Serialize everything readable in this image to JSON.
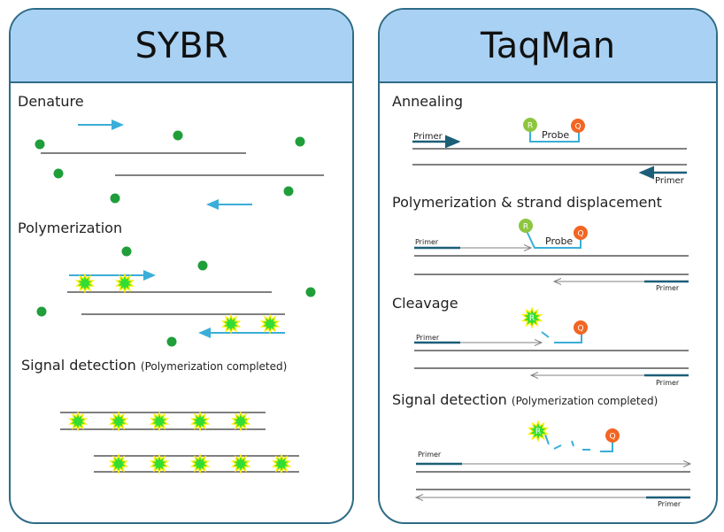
{
  "colors": {
    "header_bg": "#a9d1f3",
    "border": "#2e6b86",
    "strand": "#808080",
    "primer_cyan": "#3aaed8",
    "primer_dark": "#1c5e78",
    "dye": "#1f9e3a",
    "signal_green": "#33dd33",
    "signal_yellow": "#ffee00",
    "reporter": "#8cc63f",
    "quencher": "#f26522"
  },
  "sybr": {
    "title": "SYBR",
    "steps": {
      "denature": "Denature",
      "polymerization": "Polymerization",
      "signal_main": "Signal detection",
      "signal_sub": "(Polymerization completed)"
    }
  },
  "taqman": {
    "title": "TaqMan",
    "steps": {
      "annealing": "Annealing",
      "polymerization": "Polymerization & strand displacement",
      "cleavage": "Cleavage",
      "signal_main": "Signal detection",
      "signal_sub": "(Polymerization completed)"
    },
    "labels": {
      "primer": "Primer",
      "probe": "Probe",
      "reporter": "R",
      "quencher": "Q"
    }
  }
}
